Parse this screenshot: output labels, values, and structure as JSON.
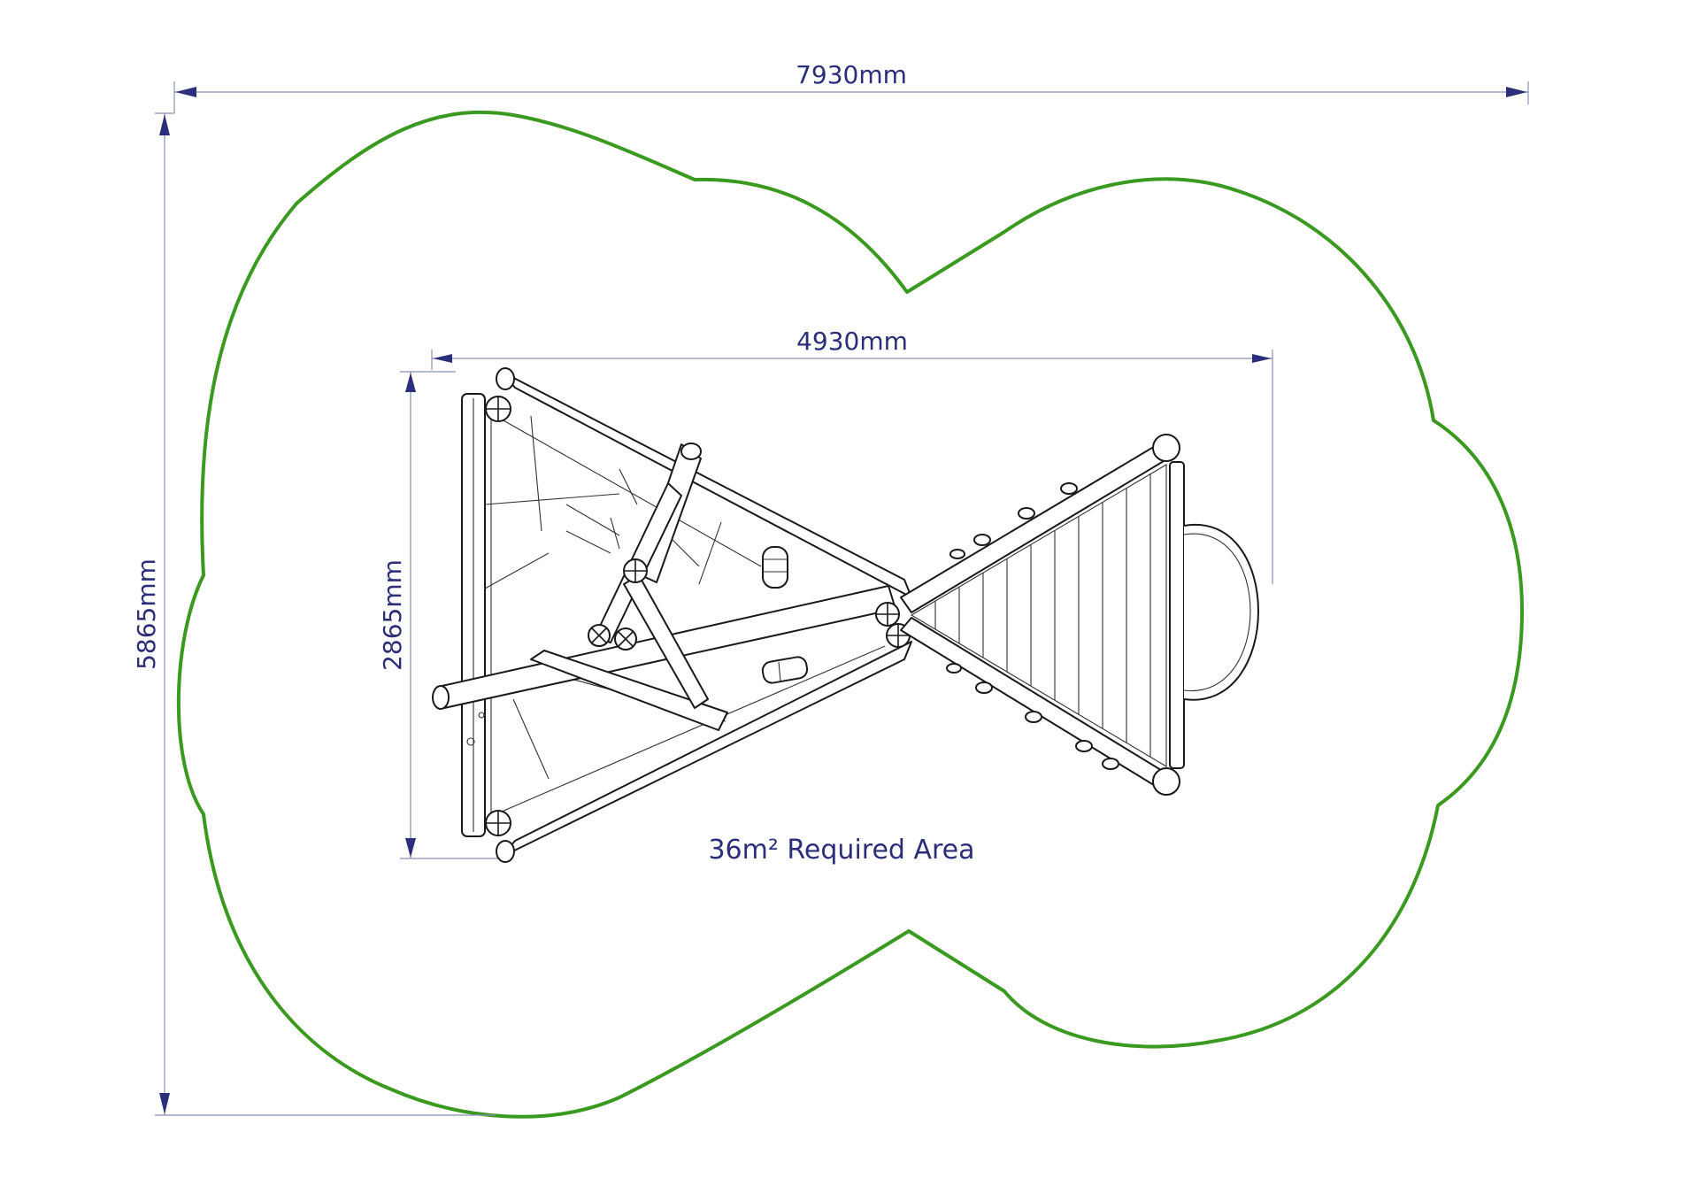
{
  "dimensions": {
    "outer_width_label": "7930mm",
    "outer_height_label": "5865mm",
    "inner_width_label": "4930mm",
    "inner_height_label": "2865mm"
  },
  "area": {
    "label": "36m² Required Area"
  },
  "colors": {
    "boundary": "#3a9a1f",
    "dimension": "#2b2e7a",
    "equipment": "#1a1a1a"
  }
}
